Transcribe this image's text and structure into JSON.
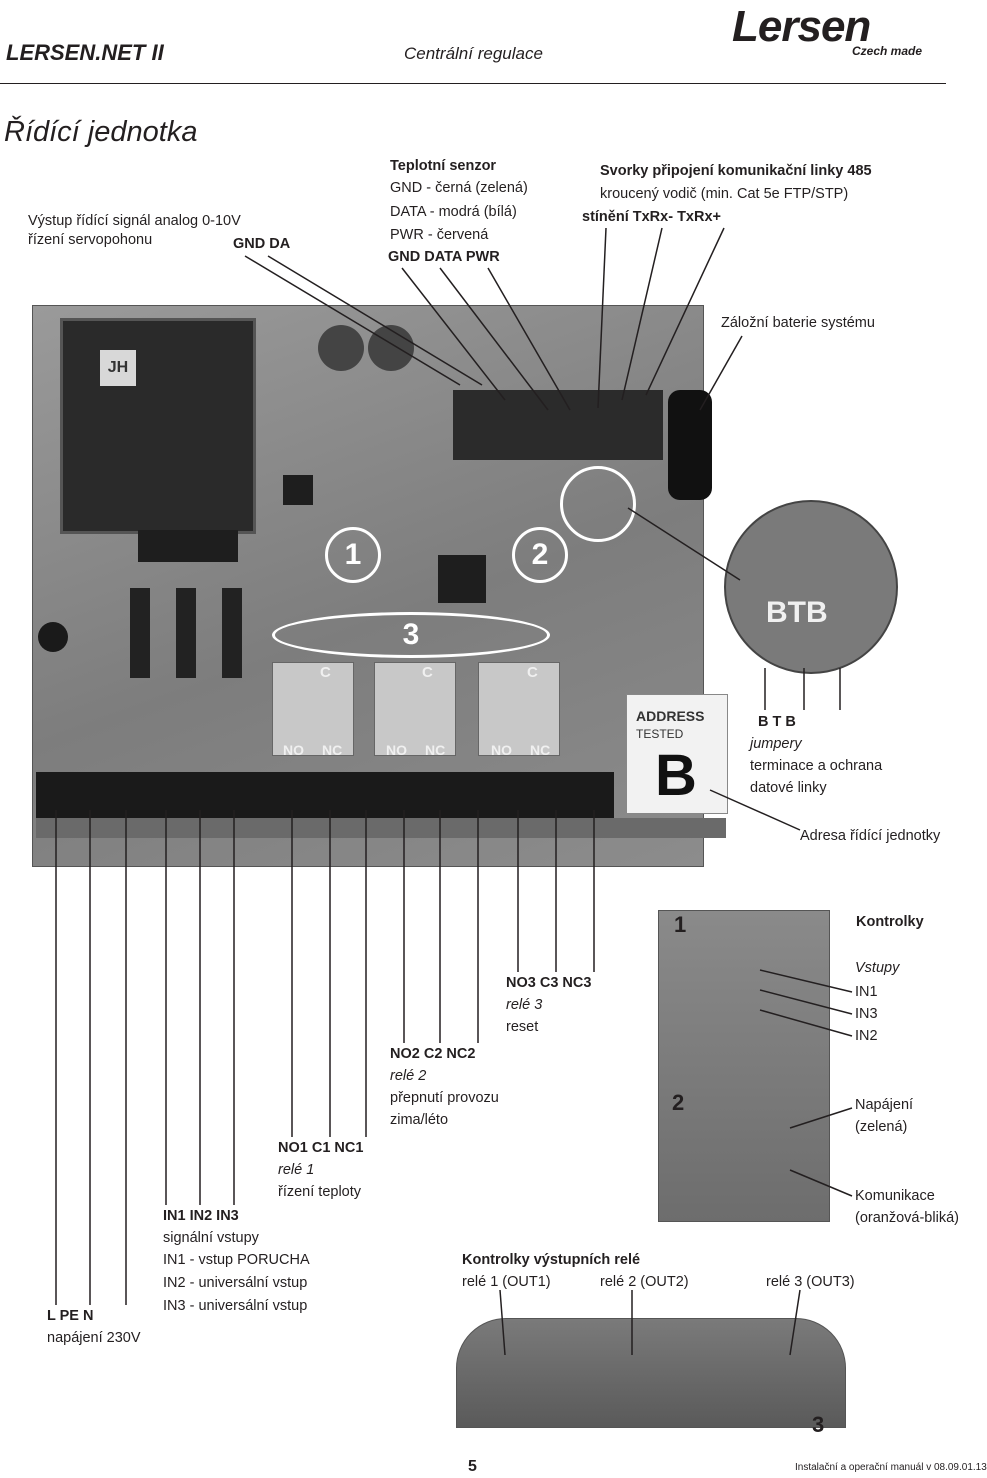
{
  "header": {
    "left": "LERSEN.NET II",
    "center": "Centrální regulace",
    "logo": "Lersen",
    "logo_sub": "Czech made"
  },
  "title": "Řídící jednotka",
  "labels": {
    "analog_line1": "Výstup řídící signál analog 0-10V",
    "analog_line2": "řízení servopohonu",
    "gnd_da": "GND  DA",
    "temp_title": "Teplotní senzor",
    "temp_gnd": "GND - černá (zelená)",
    "temp_data": "DATA - modrá (bílá)",
    "temp_pwr": "PWR - červená",
    "temp_pins": "GND   DATA   PWR",
    "rs485_title": "Svorky připojení komunikační linky 485",
    "rs485_cable": "kroucený vodič (min. Cat 5e FTP/STP)",
    "rs485_pins": "stínění   TxRx-     TxRx+",
    "battery": "Záložní baterie systému",
    "btb": "B     T     B",
    "jumpery": "jumpery",
    "termination1": "terminace a ochrana",
    "termination2": "datové linky",
    "address": "Adresa řídící jednotky",
    "kontrolky": "Kontrolky",
    "vstupy": "Vstupy",
    "in1": "IN1",
    "in3": "IN3",
    "in2": "IN2",
    "napajeni_led1": "Napájení",
    "napajeni_led2": "(zelená)",
    "komunikace1": "Komunikace",
    "komunikace2": "(oranžová-bliká)",
    "no3_pins": "NO3    C3    NC3",
    "rele3": "relé 3",
    "reset": "reset",
    "no2_pins": "NO2    C2    NC2",
    "rele2": "relé 2",
    "prepnuti1": "přepnutí provozu",
    "prepnuti2": "zima/léto",
    "no1_pins": "NO1    C1    NC1",
    "rele1": "relé 1",
    "rizeni_teploty": "řízení teploty",
    "in_pins": "IN1   IN2   IN3",
    "signalni": "signální vstupy",
    "in1_desc": "IN1 - vstup PORUCHA",
    "in2_desc": "IN2 - universální vstup",
    "in3_desc": "IN3 - universální vstup",
    "power_pins": "L     PE     N",
    "napajeni230": "napájení 230V",
    "kontrolky_vystup": "Kontrolky výstupních relé",
    "out1": "relé 1 (OUT1)",
    "out2": "relé 2 (OUT2)",
    "out3": "relé 3 (OUT3)",
    "num1": "1",
    "num2": "2",
    "num3": "3"
  },
  "pcb": {
    "circle1": "1",
    "circle2": "2",
    "circle3": "3",
    "btb_board": "BTB",
    "address_sticker": "ADDRESS",
    "tested": "TESTED",
    "address_letter": "B",
    "relay_c": "C",
    "relay_no": "NO",
    "relay_nc": "NC",
    "jh": "JH"
  },
  "footer": {
    "page": "5",
    "manual": "Instalační a operační manuál v 08.09.01.13"
  }
}
